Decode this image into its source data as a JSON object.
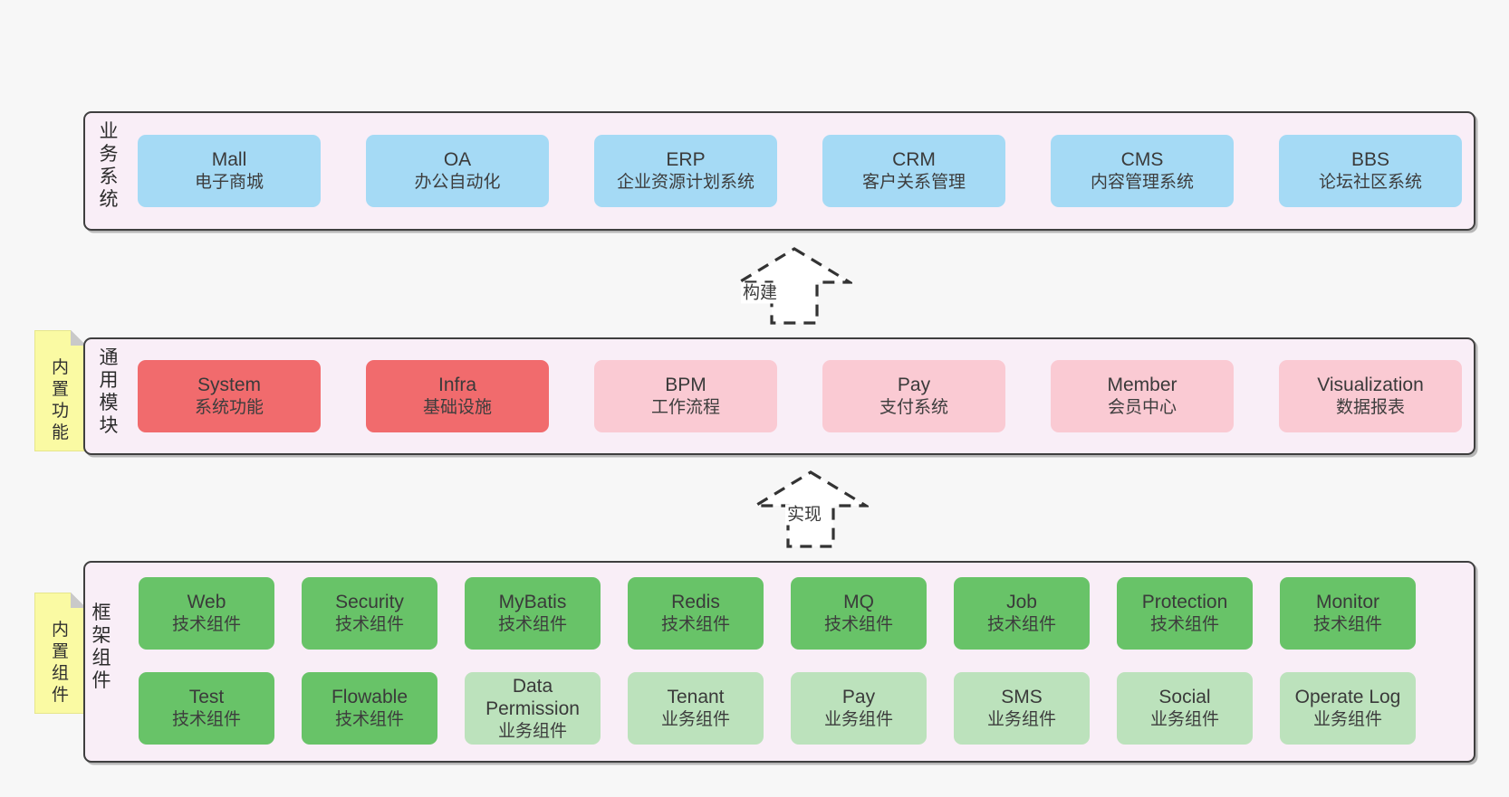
{
  "diagram": {
    "layers": [
      {
        "label": "业务系统",
        "boxes": [
          {
            "title": "Mall",
            "subtitle": "电子商城"
          },
          {
            "title": "OA",
            "subtitle": "办公自动化"
          },
          {
            "title": "ERP",
            "subtitle": "企业资源计划系统"
          },
          {
            "title": "CRM",
            "subtitle": "客户关系管理"
          },
          {
            "title": "CMS",
            "subtitle": "内容管理系统"
          },
          {
            "title": "BBS",
            "subtitle": "论坛社区系统"
          }
        ]
      },
      {
        "label": "通用模块",
        "note": "内置功能",
        "boxes": [
          {
            "title": "System",
            "subtitle": "系统功能"
          },
          {
            "title": "Infra",
            "subtitle": "基础设施"
          },
          {
            "title": "BPM",
            "subtitle": "工作流程"
          },
          {
            "title": "Pay",
            "subtitle": "支付系统"
          },
          {
            "title": "Member",
            "subtitle": "会员中心"
          },
          {
            "title": "Visualization",
            "subtitle": "数据报表"
          }
        ]
      },
      {
        "label": "框架组件",
        "note": "内置组件",
        "rows": [
          {
            "boxes": [
              {
                "title": "Web",
                "subtitle": "技术组件"
              },
              {
                "title": "Security",
                "subtitle": "技术组件"
              },
              {
                "title": "MyBatis",
                "subtitle": "技术组件"
              },
              {
                "title": "Redis",
                "subtitle": "技术组件"
              },
              {
                "title": "MQ",
                "subtitle": "技术组件"
              },
              {
                "title": "Job",
                "subtitle": "技术组件"
              },
              {
                "title": "Protection",
                "subtitle": "技术组件"
              },
              {
                "title": "Monitor",
                "subtitle": "技术组件"
              }
            ]
          },
          {
            "boxes": [
              {
                "title": "Test",
                "subtitle": "技术组件"
              },
              {
                "title": "Flowable",
                "subtitle": "技术组件"
              },
              {
                "title": "Data Permission",
                "subtitle": "业务组件"
              },
              {
                "title": "Tenant",
                "subtitle": "业务组件"
              },
              {
                "title": "Pay",
                "subtitle": "业务组件"
              },
              {
                "title": "SMS",
                "subtitle": "业务组件"
              },
              {
                "title": "Social",
                "subtitle": "业务组件"
              },
              {
                "title": "Operate Log",
                "subtitle": "业务组件"
              }
            ]
          }
        ]
      }
    ],
    "arrows": [
      {
        "label": "构建"
      },
      {
        "label": "实现"
      }
    ],
    "colors": {
      "background": "#f7f7f7",
      "container": "#f9eef7",
      "container_border": "#3f3f3f",
      "blue": "#a5daf5",
      "red": "#f16b6d",
      "pink": "#facad3",
      "green": "#68c368",
      "light_green": "#bce2bc",
      "note_yellow": "#fafaa3",
      "arrow_stroke": "#333333"
    }
  }
}
